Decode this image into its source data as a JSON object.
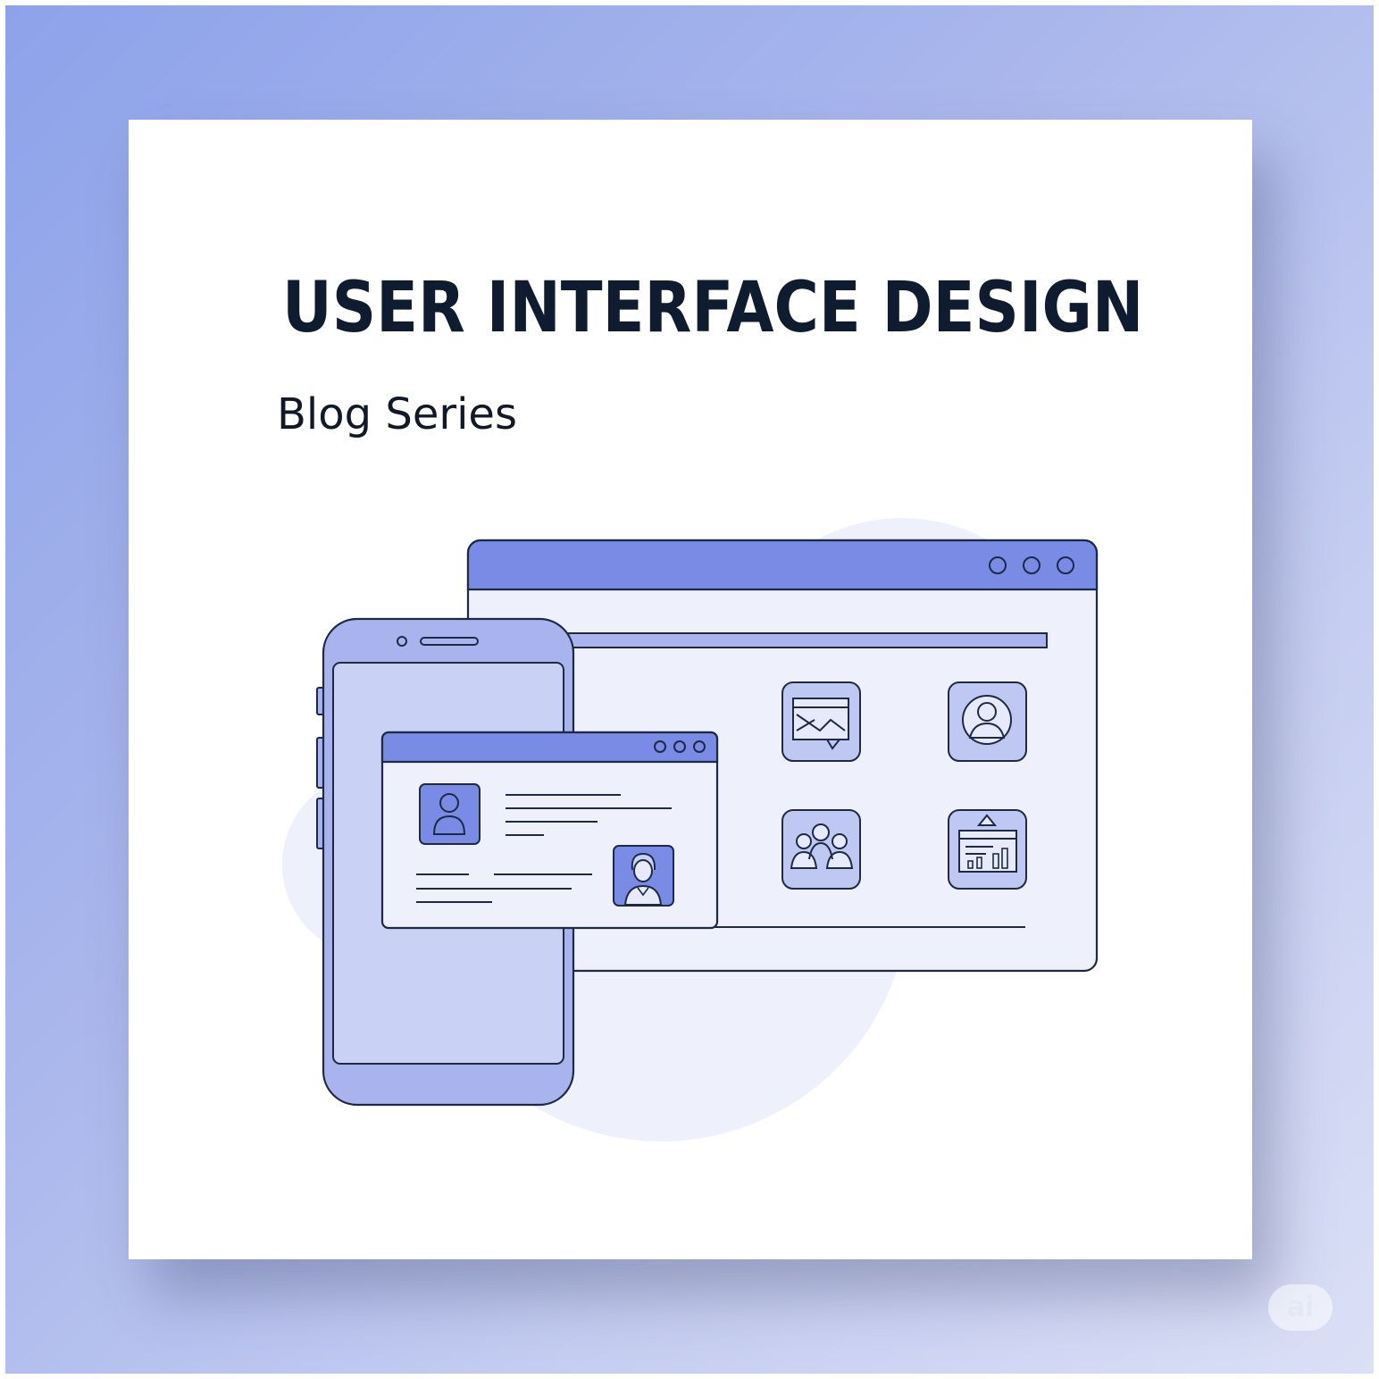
{
  "card": {
    "title": "USER INTERFACE DESIGN",
    "subtitle": "Blog Series"
  },
  "illustration": {
    "browser_window_dots": 3,
    "card_window_dots": 3,
    "app_icons": [
      "slides-icon",
      "user-profile-icon",
      "team-icon",
      "dashboard-icon"
    ]
  },
  "badge": {
    "label": "ai"
  },
  "colors": {
    "accent": "#7a8be6",
    "light_fill": "#eef1fc",
    "phone_fill": "#a9b4ef",
    "outline": "#1e2a44",
    "title": "#0f1b2e"
  }
}
